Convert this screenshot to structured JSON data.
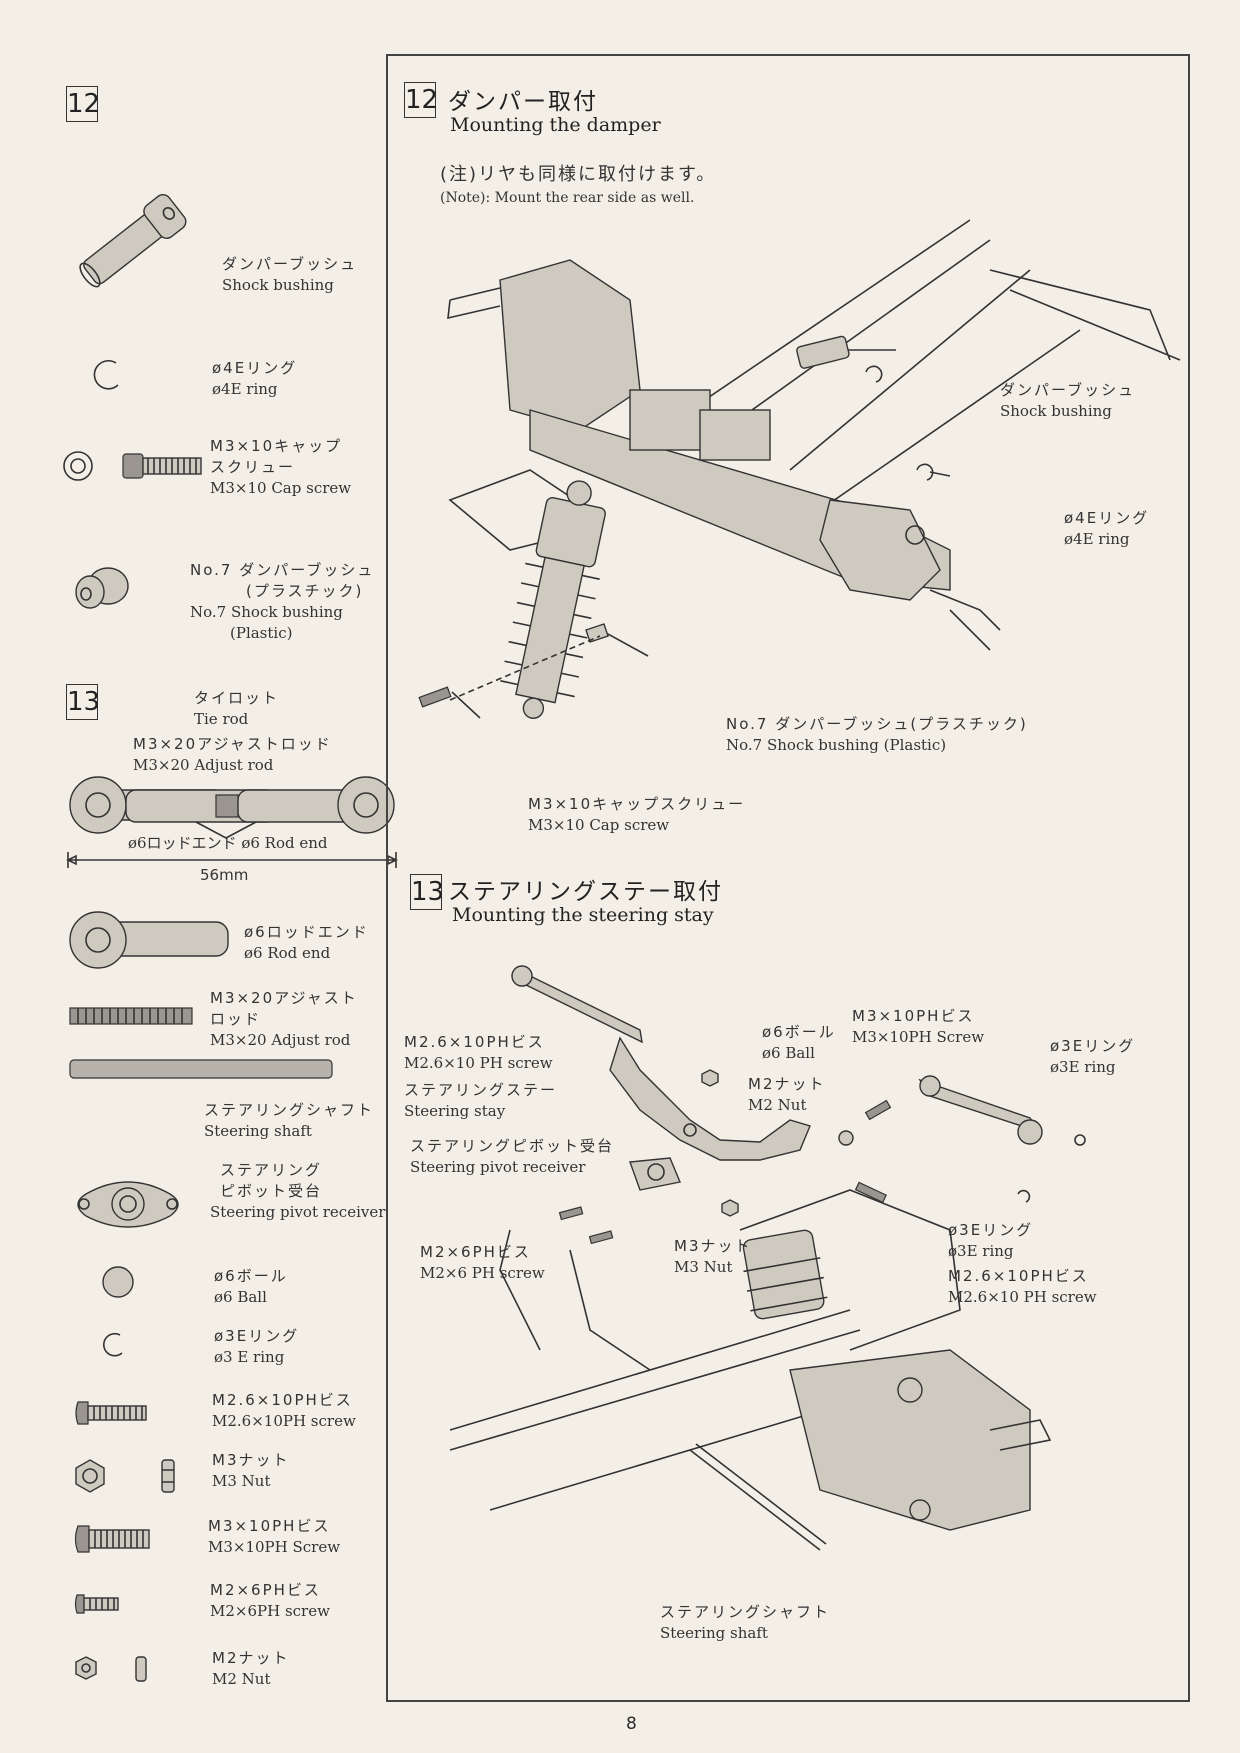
{
  "left_column": {
    "step12_number": "12",
    "step13_number": "13",
    "parts12": [
      {
        "jp": "ダンパーブッシュ",
        "en": "Shock bushing",
        "icon": "shock-bushing"
      },
      {
        "jp": "ø4Eリング",
        "en": "ø4E ring",
        "icon": "e-ring"
      },
      {
        "jp": "M3×10キャップ",
        "jp2": "スクリュー",
        "en": "M3×10 Cap screw",
        "icon": "cap-screw"
      },
      {
        "jp": "No.7 ダンパーブッシュ",
        "jp2": "(プラスチック)",
        "en": "No.7 Shock bushing",
        "en2": "(Plastic)",
        "icon": "plastic-bushing"
      }
    ],
    "tie_rod": {
      "jp": "タイロット",
      "en": "Tie rod",
      "adjust_jp": "M3×20アジャストロッド",
      "adjust_en": "M3×20 Adjust rod",
      "rod_end_label": "ø6ロッドエンド ø6 Rod end",
      "length": "56mm"
    },
    "parts13": [
      {
        "jp": "ø6ロッドエンド",
        "en": "ø6 Rod end",
        "icon": "rod-end"
      },
      {
        "jp": "M3×20アジャスト",
        "jp2": "ロッド",
        "en": "M3×20 Adjust rod",
        "icon": "adjust-rod"
      },
      {
        "jp": "ステアリングシャフト",
        "en": "Steering shaft",
        "icon": "steering-shaft"
      },
      {
        "jp": "ステアリング",
        "jp2": "ピボット受台",
        "en": "Steering pivot receiver",
        "icon": "pivot-receiver"
      },
      {
        "jp": "ø6ボール",
        "en": "ø6 Ball",
        "icon": "ball"
      },
      {
        "jp": "ø3Eリング",
        "en": "ø3 E ring",
        "icon": "e-ring-small"
      },
      {
        "jp": "M2.6×10PHビス",
        "en": "M2.6×10PH screw",
        "icon": "ph-screw"
      },
      {
        "jp": "M3ナット",
        "en": "M3 Nut",
        "icon": "nut"
      },
      {
        "jp": "M3×10PHビス",
        "en": "M3×10PH Screw",
        "icon": "ph-screw-m3"
      },
      {
        "jp": "M2×6PHビス",
        "en": "M2×6PH screw",
        "icon": "ph-screw-small"
      },
      {
        "jp": "M2ナット",
        "en": "M2 Nut",
        "icon": "nut-small"
      }
    ]
  },
  "step12": {
    "number": "12",
    "title_jp": "ダンパー取付",
    "title_en": "Mounting the damper",
    "note_jp": "(注)リヤも同様に取付けます。",
    "note_en": "(Note): Mount the rear side as well.",
    "callouts": {
      "shock_bushing_jp": "ダンパーブッシュ",
      "shock_bushing_en": "Shock bushing",
      "ering_jp": "ø4Eリング",
      "ering_en": "ø4E ring",
      "no7_jp": "No.7 ダンパーブッシュ(プラスチック)",
      "no7_en": "No.7 Shock bushing (Plastic)",
      "cap_jp": "M3×10キャップスクリュー",
      "cap_en": "M3×10 Cap screw"
    }
  },
  "step13": {
    "number": "13",
    "title_jp": "ステアリングステー取付",
    "title_en": "Mounting the steering stay",
    "callouts": {
      "m26_jp": "M2.6×10PHビス",
      "m26_en": "M2.6×10 PH screw",
      "stay_jp": "ステアリングステー",
      "stay_en": "Steering stay",
      "pivot_jp": "ステアリングピボット受台",
      "pivot_en": "Steering pivot receiver",
      "m2screw_jp": "M2×6PHビス",
      "m2screw_en": "M2×6 PH screw",
      "ball_jp": "ø6ボール",
      "ball_en": "ø6 Ball",
      "m2nut_jp": "M2ナット",
      "m2nut_en": "M2 Nut",
      "m3ph_jp": "M3×10PHビス",
      "m3ph_en": "M3×10PH Screw",
      "ering_jp": "ø3Eリング",
      "ering_en": "ø3E ring",
      "m3nut_jp": "M3ナット",
      "m3nut_en": "M3 Nut",
      "ering2_jp": "ø3Eリング",
      "ering2_en": "ø3E ring",
      "m26b_jp": "M2.6×10PHビス",
      "m26b_en": "M2.6×10 PH screw",
      "shaft_jp": "ステアリングシャフト",
      "shaft_en": "Steering shaft"
    }
  },
  "page_number": "8"
}
